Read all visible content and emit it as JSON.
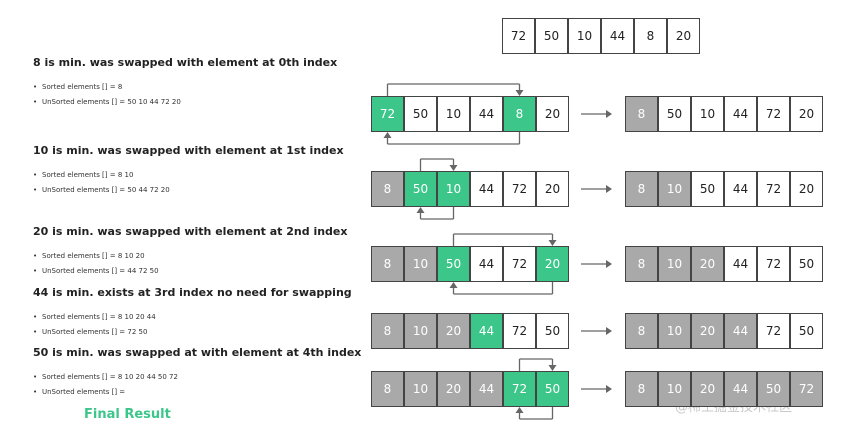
{
  "top_array": [
    "72",
    "50",
    "10",
    "44",
    "8",
    "20"
  ],
  "steps": [
    {
      "heading": "8 is min. was swapped with element at 0th index",
      "sorted": "Sorted elements [] = 8",
      "unsorted": "UnSorted elements [] = 50 10 44 72 20",
      "before": [
        {
          "v": "72",
          "c": "green"
        },
        {
          "v": "50",
          "c": "white"
        },
        {
          "v": "10",
          "c": "white"
        },
        {
          "v": "44",
          "c": "white"
        },
        {
          "v": "8",
          "c": "green"
        },
        {
          "v": "20",
          "c": "white"
        }
      ],
      "after": [
        {
          "v": "8",
          "c": "gray"
        },
        {
          "v": "50",
          "c": "white"
        },
        {
          "v": "10",
          "c": "white"
        },
        {
          "v": "44",
          "c": "white"
        },
        {
          "v": "72",
          "c": "white"
        },
        {
          "v": "20",
          "c": "white"
        }
      ],
      "swap": [
        0,
        4
      ]
    },
    {
      "heading": "10 is min. was swapped with element at 1st index",
      "sorted": "Sorted elements [] = 8 10",
      "unsorted": "UnSorted elements [] = 50 44 72 20",
      "before": [
        {
          "v": "8",
          "c": "gray"
        },
        {
          "v": "50",
          "c": "green"
        },
        {
          "v": "10",
          "c": "green"
        },
        {
          "v": "44",
          "c": "white"
        },
        {
          "v": "72",
          "c": "white"
        },
        {
          "v": "20",
          "c": "white"
        }
      ],
      "after": [
        {
          "v": "8",
          "c": "gray"
        },
        {
          "v": "10",
          "c": "gray"
        },
        {
          "v": "50",
          "c": "white"
        },
        {
          "v": "44",
          "c": "white"
        },
        {
          "v": "72",
          "c": "white"
        },
        {
          "v": "20",
          "c": "white"
        }
      ],
      "swap": [
        1,
        2
      ]
    },
    {
      "heading": "20 is min. was swapped with element at 2nd index",
      "sorted": "Sorted elements [] = 8 10 20",
      "unsorted": "UnSorted elements [] = 44 72 50",
      "before": [
        {
          "v": "8",
          "c": "gray"
        },
        {
          "v": "10",
          "c": "gray"
        },
        {
          "v": "50",
          "c": "green"
        },
        {
          "v": "44",
          "c": "white"
        },
        {
          "v": "72",
          "c": "white"
        },
        {
          "v": "20",
          "c": "green"
        }
      ],
      "after": [
        {
          "v": "8",
          "c": "gray"
        },
        {
          "v": "10",
          "c": "gray"
        },
        {
          "v": "20",
          "c": "gray"
        },
        {
          "v": "44",
          "c": "white"
        },
        {
          "v": "72",
          "c": "white"
        },
        {
          "v": "50",
          "c": "white"
        }
      ],
      "swap": [
        2,
        5
      ]
    },
    {
      "heading": "44 is min. exists at 3rd index no need for swapping",
      "sorted": "Sorted elements [] = 8 10 20 44",
      "unsorted": "UnSorted elements [] = 72 50",
      "before": [
        {
          "v": "8",
          "c": "gray"
        },
        {
          "v": "10",
          "c": "gray"
        },
        {
          "v": "20",
          "c": "gray"
        },
        {
          "v": "44",
          "c": "green"
        },
        {
          "v": "72",
          "c": "white"
        },
        {
          "v": "50",
          "c": "white"
        }
      ],
      "after": [
        {
          "v": "8",
          "c": "gray"
        },
        {
          "v": "10",
          "c": "gray"
        },
        {
          "v": "20",
          "c": "gray"
        },
        {
          "v": "44",
          "c": "gray"
        },
        {
          "v": "72",
          "c": "white"
        },
        {
          "v": "50",
          "c": "white"
        }
      ],
      "swap": null
    },
    {
      "heading": "50 is min. was swapped at with element at 4th index",
      "sorted": "Sorted elements [] = 8 10 20 44 50 72",
      "unsorted": "UnSorted elements [] =",
      "before": [
        {
          "v": "8",
          "c": "gray"
        },
        {
          "v": "10",
          "c": "gray"
        },
        {
          "v": "20",
          "c": "gray"
        },
        {
          "v": "44",
          "c": "gray"
        },
        {
          "v": "72",
          "c": "green"
        },
        {
          "v": "50",
          "c": "green"
        }
      ],
      "after": [
        {
          "v": "8",
          "c": "gray"
        },
        {
          "v": "10",
          "c": "gray"
        },
        {
          "v": "20",
          "c": "gray"
        },
        {
          "v": "44",
          "c": "gray"
        },
        {
          "v": "50",
          "c": "gray"
        },
        {
          "v": "72",
          "c": "gray"
        }
      ],
      "swap": [
        4,
        5
      ]
    }
  ],
  "final_label": "Final Result",
  "watermark": "@稀土掘金技术社区",
  "colors": {
    "sorted": "#a9a9a9",
    "swap": "#3cc68a",
    "unsorted": "#ffffff",
    "arrow": "#666666"
  }
}
